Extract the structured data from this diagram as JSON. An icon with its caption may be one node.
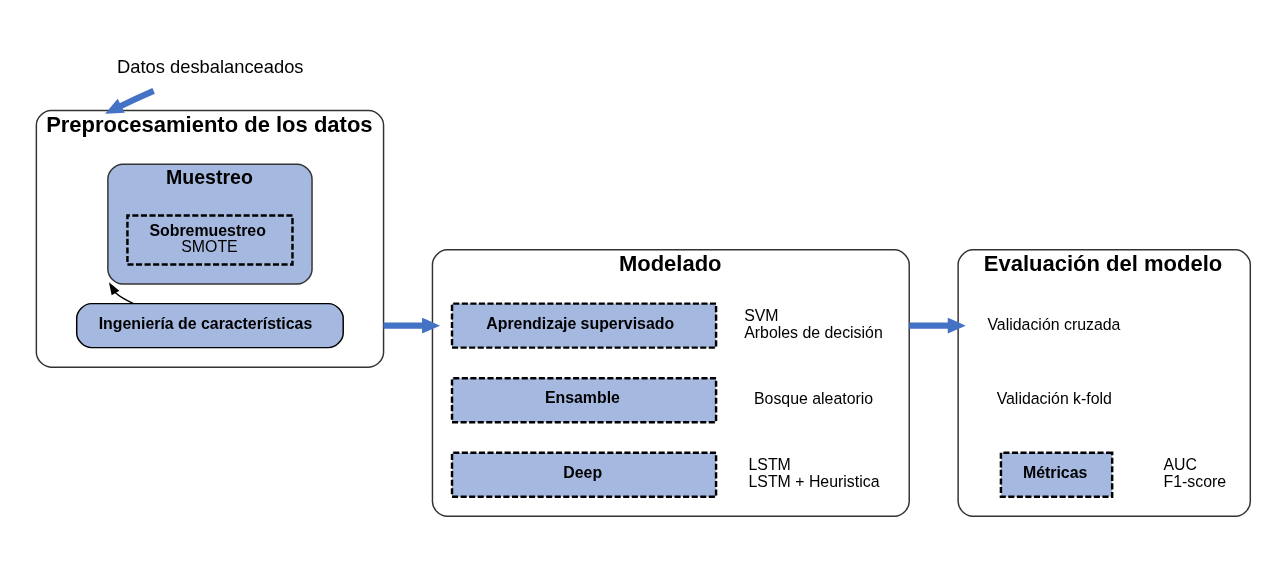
{
  "diagram": {
    "nodes": [
      {
        "text": [
          "Datos desbalanceados"
        ]
      },
      {
        "text": [
          "Preprocesamiento de los datos"
        ]
      },
      {
        "text": [
          "Ingeniería de características"
        ],
        "in": 1
      },
      {
        "text": [
          "Muestreo"
        ],
        "in": 1
      },
      {
        "text": [
          "Sobremuestreo",
          "SMOTE"
        ],
        "in": 3
      },
      {
        "text": [
          "Modelado"
        ]
      },
      {
        "text": [
          "Aprendizaje supervisado"
        ],
        "in": 5,
        "beside": [
          "SVM",
          "Arboles de decisión"
        ]
      },
      {
        "text": [
          "Ensamble"
        ],
        "in": 5,
        "beside": [
          "Bosque aleatorio"
        ]
      },
      {
        "text": [
          "Deep"
        ],
        "in": 5,
        "beside": [
          "LSTM",
          "LSTM + Heuristica"
        ]
      },
      {
        "text": [
          "Evaluación del modelo"
        ]
      },
      {
        "text": [
          "Métricas"
        ],
        "in": 9,
        "beside": [
          "AUC",
          "F1-score"
        ]
      }
    ],
    "edges": [
      {
        "from": 0,
        "to": 1,
        "arrow": "to"
      },
      {
        "from": 2,
        "to": 3,
        "arrow": "to",
        "color": "#000000"
      },
      {
        "from": 1,
        "to": 5,
        "arrow": "to"
      },
      {
        "from": 5,
        "to": 9,
        "arrow": "to"
      }
    ],
    "labels": [
      "Validación cruzada",
      "Validación k-fold"
    ]
  }
}
